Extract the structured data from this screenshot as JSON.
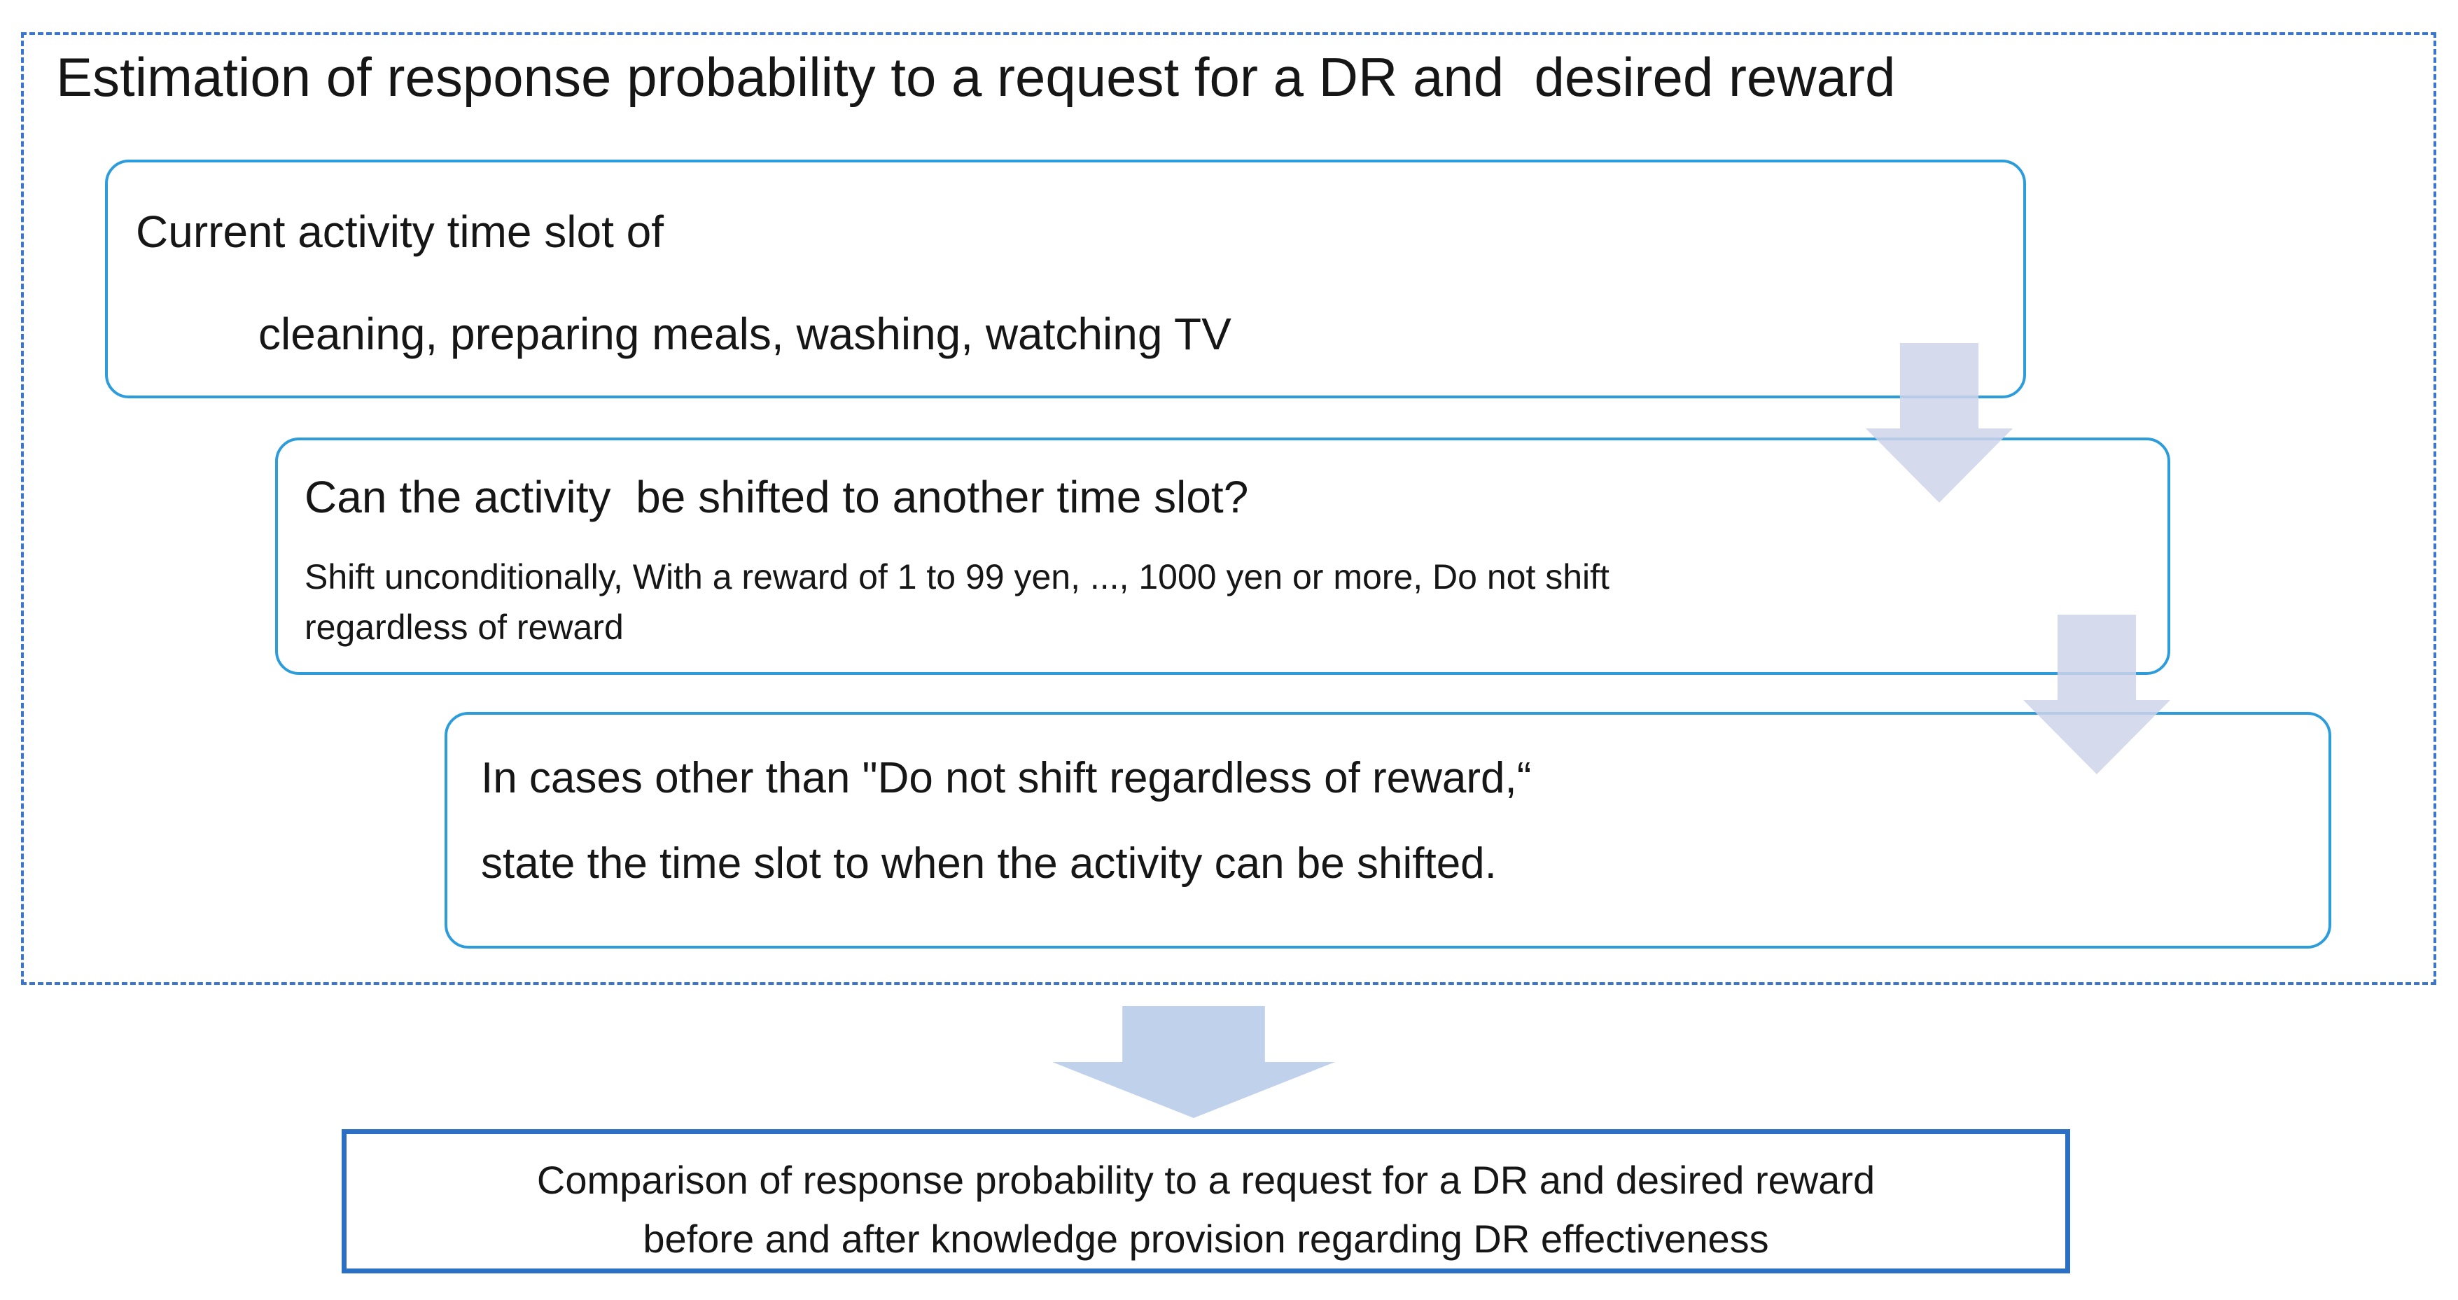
{
  "frame": {
    "title": "Estimation of response probability to a request for a DR and  desired reward"
  },
  "steps": {
    "current_activity": {
      "line1": "Current activity time slot of",
      "line2": "cleaning, preparing meals, washing, watching TV"
    },
    "shift_question": {
      "heading": "Can the activity  be shifted to another time slot?",
      "detail1": "Shift unconditionally, With a reward of 1 to 99 yen, ..., 1000 yen or more, Do not shift",
      "detail2": "regardless of reward"
    },
    "state_time_slot": {
      "line1": "In cases other than \"Do not shift regardless of reward,“",
      "line2": "state the time slot to when the activity can be shifted."
    }
  },
  "result": {
    "line1": "Comparison of response probability to a request for a DR and desired reward",
    "line2": "before and after knowledge provision regarding DR effectiveness"
  },
  "icons": {
    "flow_arrow_glyph": "▼"
  },
  "colors": {
    "text": "#161616",
    "outer_border": "#3b76cc",
    "flow_box_border": "#2d9cdb",
    "result_border": "#2b70c5",
    "arrow_small_fill": "#ced4e9",
    "arrow_big_fill": "#b4c9e8"
  }
}
